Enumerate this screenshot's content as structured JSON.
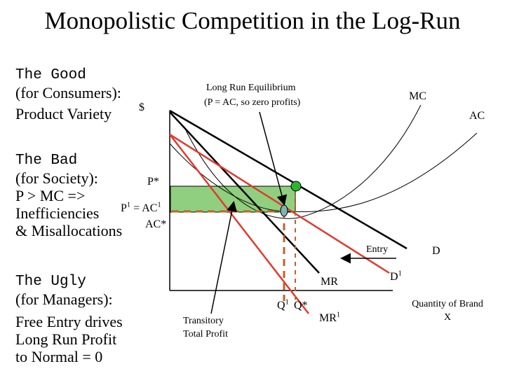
{
  "title": "Monopolistic Competition in the Log-Run",
  "left_text": {
    "good": {
      "heading": "The Good",
      "lines": [
        "(for Consumers):",
        "Product Variety"
      ]
    },
    "bad": {
      "heading": "The Bad",
      "lines": [
        "(for Society):",
        "P > MC =>",
        "Inefficiencies",
        "& Misallocations"
      ]
    },
    "ugly": {
      "heading": "The Ugly",
      "lines": [
        "(for Managers):",
        "Free Entry drives",
        "Long Run Profit",
        "to Normal = 0"
      ]
    }
  },
  "diagram": {
    "dollar_label": "$",
    "p_star": "P*",
    "p1_prefix": "P",
    "p1_sup": "1",
    "p1_mid": " = AC",
    "p1_sup2": "1",
    "ac_star": "AC*",
    "lr_equilibrium": [
      "Long Run Equilibrium",
      "(P = AC, so zero profits)"
    ],
    "mc": "MC",
    "ac": "AC",
    "d": "D",
    "d1_base": "D",
    "d1_sup": "1",
    "entry": "Entry",
    "mr": "MR",
    "mr1_base": "MR",
    "mr1_sup": "1",
    "q1_base": "Q",
    "q1_sup": "1",
    "q_star": "Q*",
    "transitory": [
      "Transitory",
      "Total Profit"
    ],
    "x_axis_label": [
      "Quantity of Brand",
      "X"
    ],
    "colors": {
      "red": "#e03a2e",
      "green_fill": "#8fcf7f",
      "dashed": "#c0622a",
      "green_dot": "#2db52d",
      "teal_dot": "#7fb3b5"
    }
  }
}
